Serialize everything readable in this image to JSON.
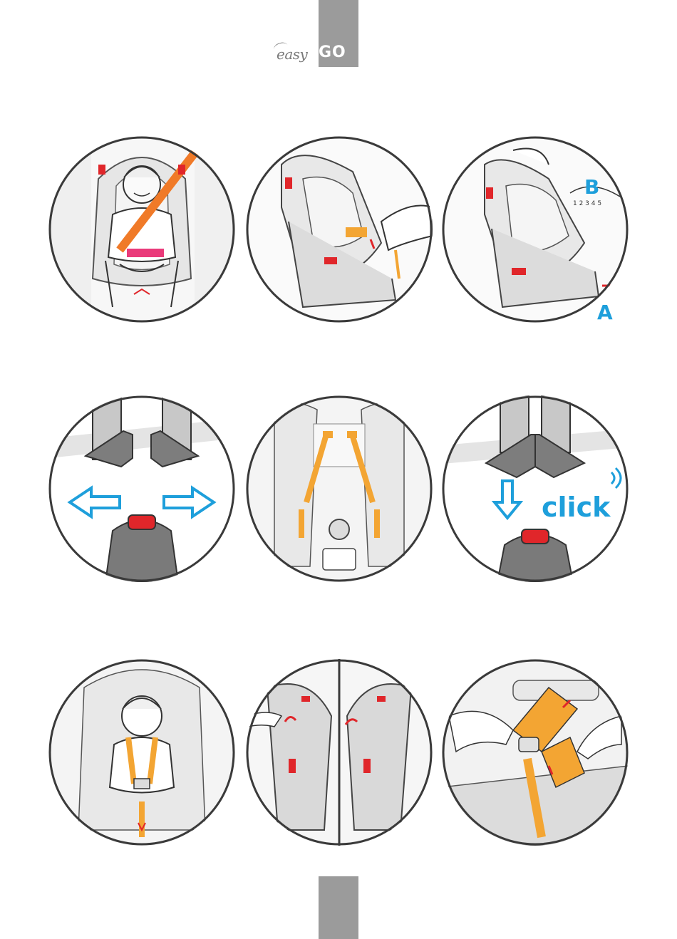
{
  "logo": {
    "easy": "easy",
    "go": "GO"
  },
  "colors": {
    "accent_blue": "#1e9fdb",
    "harness_orange": "#f3a533",
    "belt_orange": "#f07a28",
    "button_red": "#e0262a",
    "tab_gray": "#9b9b9b",
    "outline": "#3a3a3a"
  },
  "panels": [
    {
      "id": "1",
      "icon": "child-seatbelt-scene"
    },
    {
      "id": "2",
      "icon": "seat-recline-pull-scene"
    },
    {
      "id": "3",
      "icon": "seat-recline-adjust-scene",
      "label_a": "A",
      "label_b": "B",
      "scale": "1 2 3 4 5"
    },
    {
      "id": "4",
      "icon": "buckle-open-arrows-scene"
    },
    {
      "id": "5",
      "icon": "harness-straps-scene"
    },
    {
      "id": "6",
      "icon": "buckle-click-scene",
      "label_click": "click"
    },
    {
      "id": "7",
      "icon": "child-harnessed-scene"
    },
    {
      "id": "8",
      "icon": "side-handle-rotate-scene"
    },
    {
      "id": "9",
      "icon": "hands-buckle-scene"
    }
  ]
}
